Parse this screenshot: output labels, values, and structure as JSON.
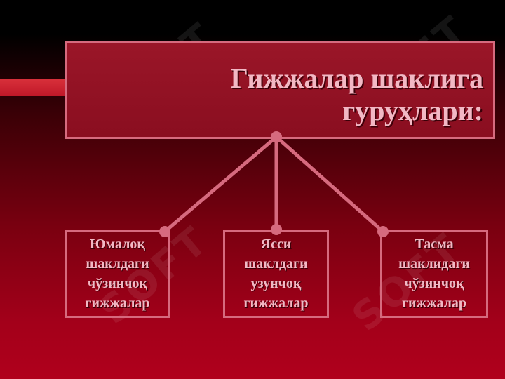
{
  "diagram": {
    "title": "Гижжалар шаклига\nгуруҳлари:",
    "nodes": [
      {
        "label": "Юмалоқ\nшаклдаги\nчўзинчоқ\nгижжалар"
      },
      {
        "label": "Ясси\nшаклдаги\nузунчоқ\nгижжалар"
      },
      {
        "label": "Тасма\nшаклидаги\nчўзинчоқ\nгижжалар"
      }
    ]
  },
  "watermark": {
    "text": "SOFT"
  },
  "colors": {
    "line": "#d66a7e",
    "text": "#f2b8c4",
    "title_fill": "#8a0e20",
    "accent": "#c01828"
  }
}
